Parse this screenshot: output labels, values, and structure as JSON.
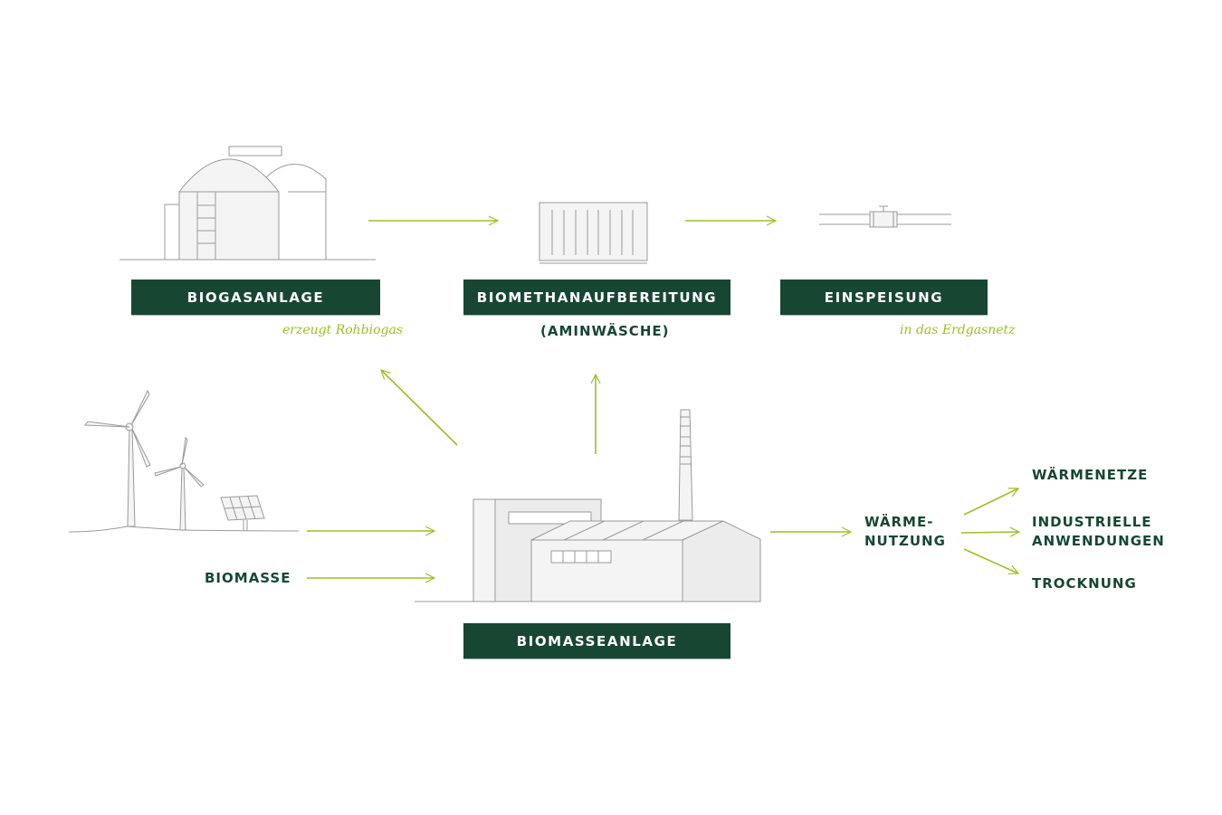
{
  "colors": {
    "box_fill": "#174733",
    "box_text": "#ffffff",
    "label_dark": "#174733",
    "accent_green": "#9bbf2b",
    "sketch_line": "#9a9a9a",
    "sketch_fill": "#f3f3f3"
  },
  "nodes": {
    "biogasanlage": {
      "label": "BIOGASANLAGE",
      "note": "erzeugt Rohbiogas",
      "icon": "biogas-plant-icon"
    },
    "biomethanaufbereitung": {
      "label": "BIOMETHANAUFBEREITUNG",
      "note": "(AMINWÄSCHE)",
      "icon": "gas-upgrading-unit-icon"
    },
    "einspeisung": {
      "label": "EINSPEISUNG",
      "note": "in das Erdgasnetz",
      "icon": "pipeline-valve-icon"
    },
    "biomasseanlage": {
      "label": "BIOMASSEANLAGE",
      "icon": "factory-icon"
    }
  },
  "inputs": {
    "renewables_icon": "wind-solar-icon",
    "biomasse": "BIOMASSE"
  },
  "heat": {
    "label_line1": "WÄRME-",
    "label_line2": "NUTZUNG",
    "outputs": [
      "WÄRMENETZE",
      "INDUSTRIELLE",
      "ANWENDUNGEN",
      "TROCKNUNG"
    ]
  }
}
